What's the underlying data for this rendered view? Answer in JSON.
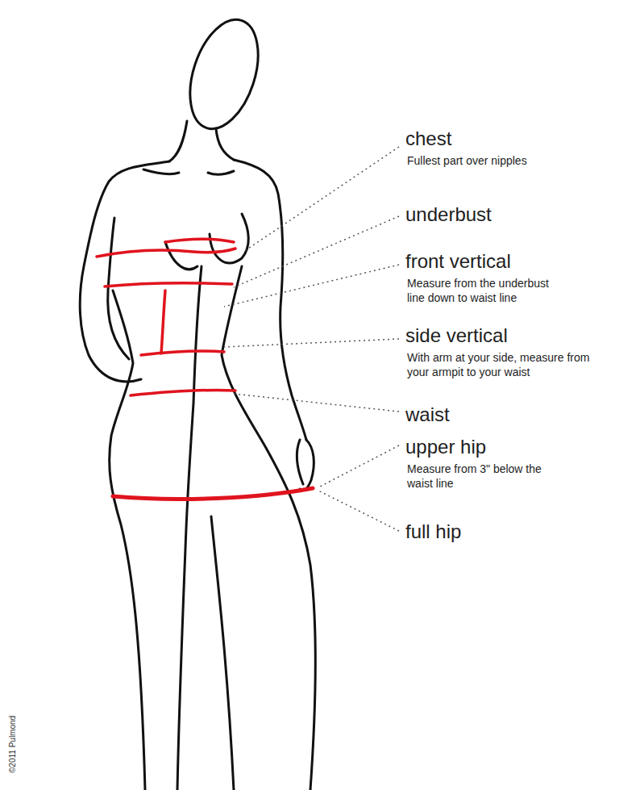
{
  "diagram": {
    "labels": [
      "chest",
      "Fullest part over nipples",
      "underbust",
      "front vertical",
      "Measure from the underbust line down to waist line",
      "side vertical",
      "With arm at your side, measure from your armpit to your waist",
      "waist",
      "upper hip",
      "Measure from 3\" below the waist line",
      "full hip",
      "©2011 Pulmond"
    ]
  }
}
